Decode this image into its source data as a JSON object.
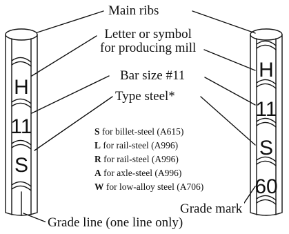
{
  "labels": {
    "main_ribs": "Main ribs",
    "mill_line1": "Letter or symbol",
    "mill_line2": "for producing mill",
    "bar_size": "Bar size #11",
    "type_steel": "Type steel*",
    "grade_mark": "Grade mark",
    "grade_line": "Grade line (one line only)"
  },
  "left_bar": {
    "mill": "H",
    "size": "11",
    "type": "S"
  },
  "right_bar": {
    "mill": "H",
    "size": "11",
    "type": "S",
    "grade": "60"
  },
  "legend": [
    {
      "code": "S",
      "text": "for billet-steel (A615)"
    },
    {
      "code": "L",
      "text": "for rail-steel (A996)"
    },
    {
      "code": "R",
      "text": "for rail-steel (A996)"
    },
    {
      "code": "A",
      "text": "for axle-steel (A996)"
    },
    {
      "code": "W",
      "text": "for low-alloy steel (A706)"
    }
  ],
  "colors": {
    "ink": "#111111",
    "bar_fill": "#ffffff"
  }
}
